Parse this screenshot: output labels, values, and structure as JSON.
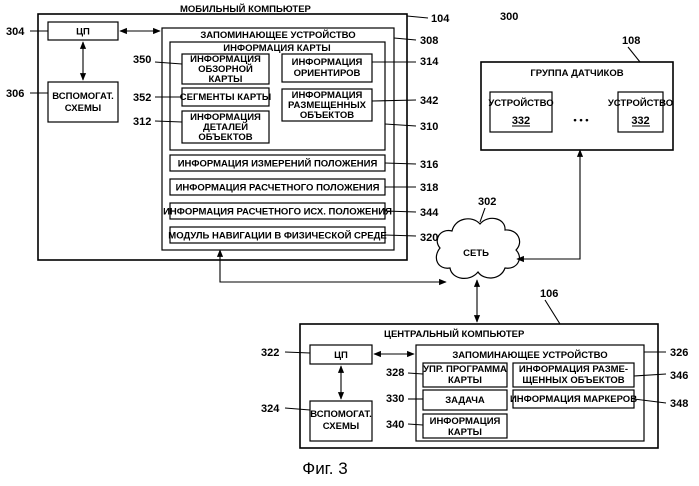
{
  "system_ref": "300",
  "figure_caption": "Фиг. 3",
  "mobile_computer": {
    "title": "МОБИЛЬНЫЙ КОМПЬЮТЕР",
    "ref": "104",
    "cpu": {
      "label": "ЦП",
      "ref": "304"
    },
    "aux": {
      "label_lines": [
        "ВСПОМОГАТ.",
        "СХЕМЫ"
      ],
      "ref": "306"
    },
    "memory": {
      "title": "ЗАПОМИНАЮЩЕЕ УСТРОЙСТВО",
      "ref": "308",
      "map_info": {
        "title": "ИНФОРМАЦИЯ КАРТЫ",
        "ref": "310",
        "items": [
          {
            "lines": [
              "ИНФОРМАЦИЯ",
              "ОБЗОРНОЙ",
              "КАРТЫ"
            ],
            "ref": "350"
          },
          {
            "lines": [
              "СЕГМЕНТЫ КАРТЫ"
            ],
            "ref": "352"
          },
          {
            "lines": [
              "ИНФОРМАЦИЯ",
              "ДЕТАЛЕЙ",
              "ОБЪЕКТОВ"
            ],
            "ref": "312"
          },
          {
            "lines": [
              "ИНФОРМАЦИЯ",
              "ОРИЕНТИРОВ"
            ],
            "ref": "314"
          },
          {
            "lines": [
              "ИНФОРМАЦИЯ",
              "РАЗМЕЩЕННЫХ",
              "ОБЪЕКТОВ"
            ],
            "ref": "342"
          }
        ]
      },
      "rows": [
        {
          "label": "ИНФОРМАЦИЯ ИЗМЕРЕНИЙ ПОЛОЖЕНИЯ",
          "ref": "316"
        },
        {
          "label": "ИНФОРМАЦИЯ РАСЧЕТНОГО ПОЛОЖЕНИЯ",
          "ref": "318"
        },
        {
          "label": "ИНФОРМАЦИЯ РАСЧЕТНОГО ИСХ. ПОЛОЖЕНИЯ",
          "ref": "344"
        },
        {
          "label": "МОДУЛЬ НАВИГАЦИИ В ФИЗИЧЕСКОЙ СРЕДЕ",
          "ref": "320"
        }
      ]
    }
  },
  "sensor_group": {
    "title": "ГРУППА ДАТЧИКОВ",
    "ref": "108",
    "devices": [
      {
        "label": "УСТРОЙСТВО",
        "ref": "332"
      },
      {
        "label": "УСТРОЙСТВО",
        "ref": "332"
      }
    ],
    "ellipsis": "• • •"
  },
  "network": {
    "label": "СЕТЬ",
    "ref": "302"
  },
  "central_computer": {
    "title": "ЦЕНТРАЛЬНЫЙ КОМПЬЮТЕР",
    "ref": "106",
    "cpu": {
      "label": "ЦП",
      "ref": "322"
    },
    "aux": {
      "label_lines": [
        "ВСПОМОГАТ.",
        "СХЕМЫ"
      ],
      "ref": "324"
    },
    "memory": {
      "title": "ЗАПОМИНАЮЩЕЕ УСТРОЙСТВО",
      "ref": "326",
      "items": [
        {
          "lines": [
            "УПР. ПРОГРАММА",
            "КАРТЫ"
          ],
          "ref": "328"
        },
        {
          "lines": [
            "ЗАДАЧА"
          ],
          "ref": "330"
        },
        {
          "lines": [
            "ИНФОРМАЦИЯ",
            "КАРТЫ"
          ],
          "ref": "340"
        },
        {
          "lines": [
            "ИНФОРМАЦИЯ РАЗМЕ-",
            "ЩЕННЫХ ОБЪЕКТОВ"
          ],
          "ref": "346"
        },
        {
          "lines": [
            "ИНФОРМАЦИЯ МАРКЕРОВ"
          ],
          "ref": "348"
        }
      ]
    }
  }
}
